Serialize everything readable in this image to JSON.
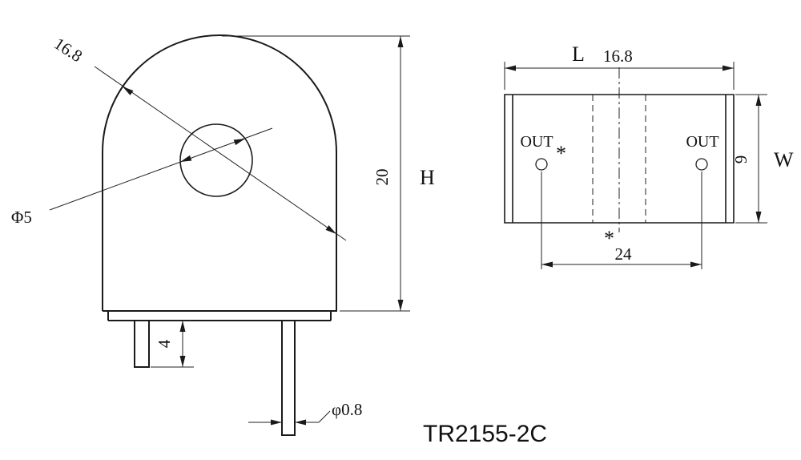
{
  "title": "TR2155-2C",
  "front_view": {
    "core_width": "16.8",
    "hole_diameter": "Φ5",
    "height_value": "20",
    "height_letter": "H",
    "pin_length": "4",
    "pin_diameter": "φ0.8"
  },
  "side_view": {
    "length_letter": "L",
    "length_value": "16.8",
    "width_value": "9",
    "width_letter": "W",
    "pin_left_label": "OUT",
    "pin_right_label": "OUT",
    "asterisk_top": "*",
    "asterisk_bottom": "*",
    "pin_spacing": "24"
  }
}
